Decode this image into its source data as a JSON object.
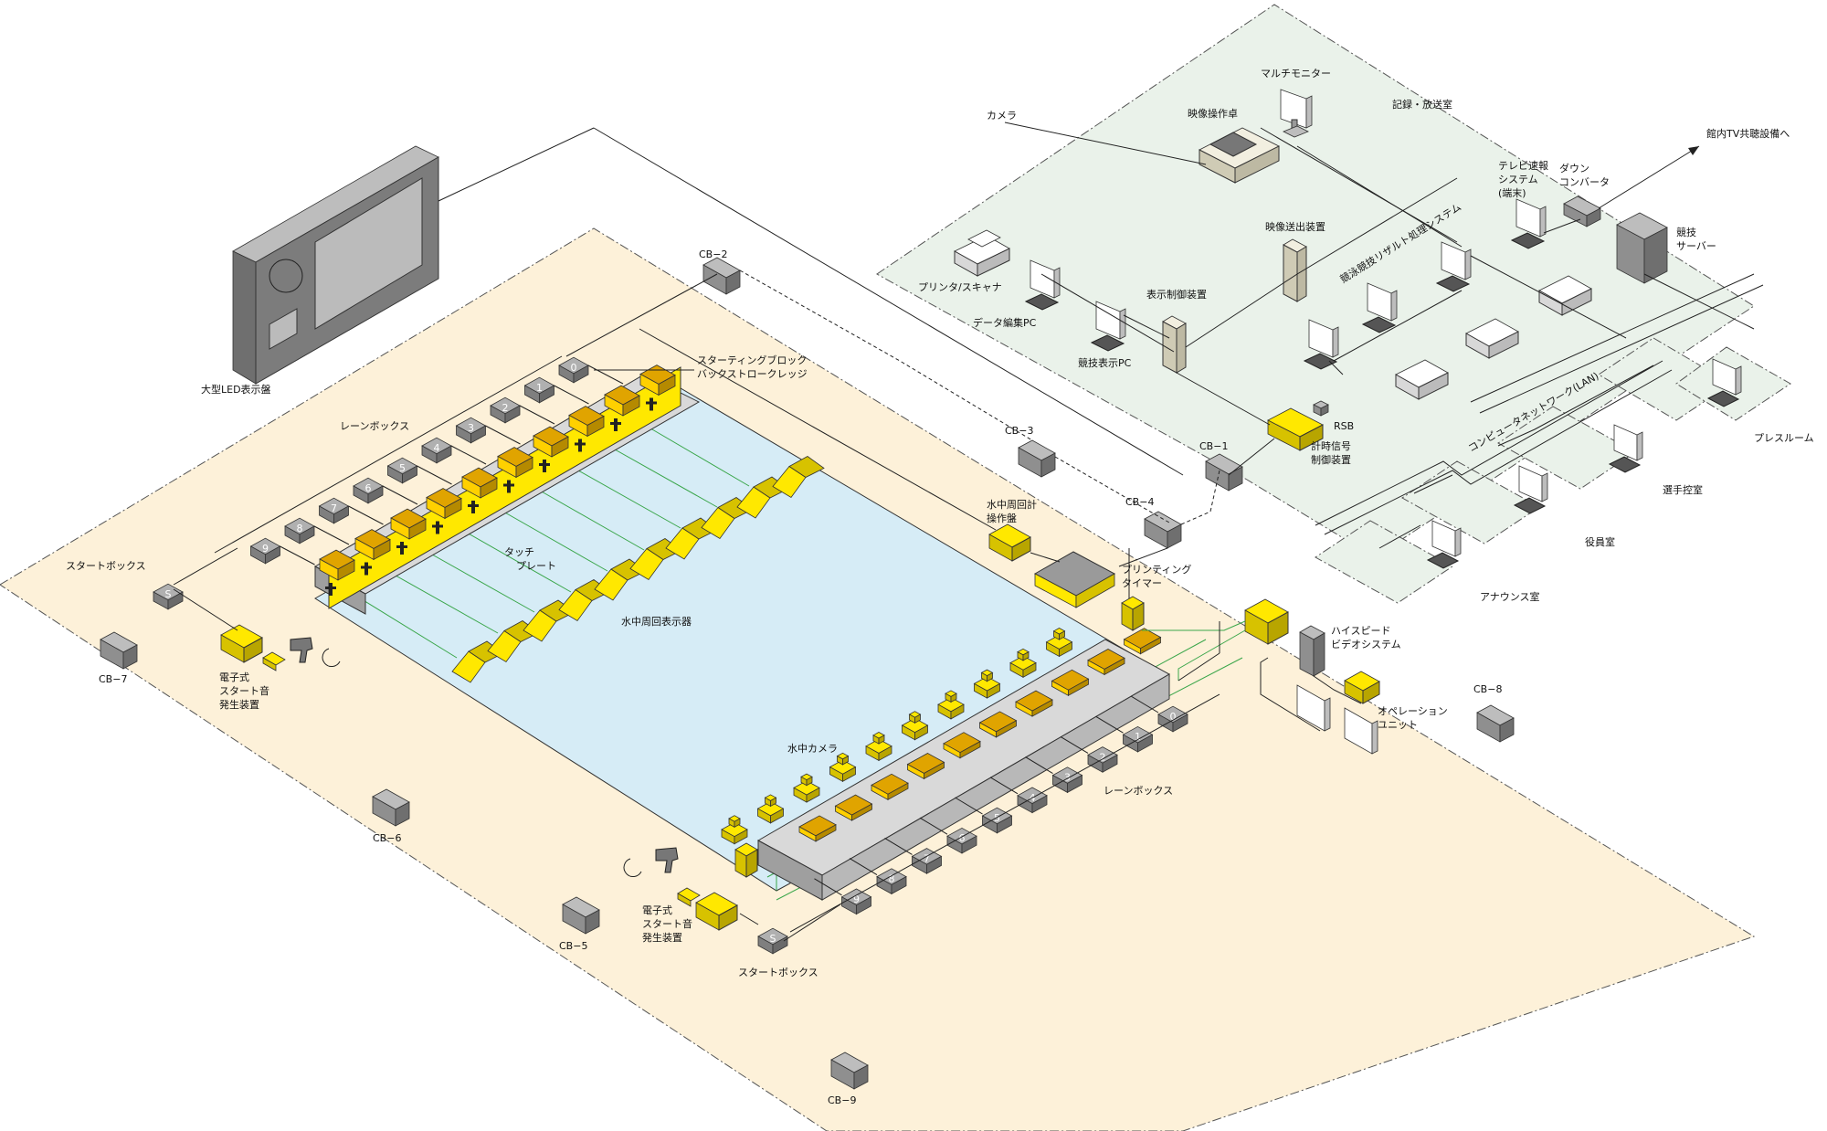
{
  "labels": {
    "led_board": "大型LED表示盤",
    "cb2": "CB−2",
    "cb3": "CB−3",
    "cb1": "CB−1",
    "cb4": "CB−4",
    "cb7": "CB−7",
    "cb6": "CB−6",
    "cb5": "CB−5",
    "cb9": "CB−9",
    "cb8": "CB−8",
    "starting_block_l1": "スターティングブロック",
    "starting_block_l2": "バックストロークレッジ",
    "lane_box_top": "レーンボックス",
    "lane_box_bottom": "レーンボックス",
    "start_box_top": "スタートボックス",
    "start_box_bottom": "スタートボックス",
    "touch_l1": "タッチ",
    "touch_l2": "プレート",
    "underwater_lap_display": "水中周回表示器",
    "underwater_camera": "水中カメラ",
    "start_sound_top_l1": "電子式",
    "start_sound_top_l2": "スタート音",
    "start_sound_top_l3": "発生装置",
    "start_sound_bottom_l1": "電子式",
    "start_sound_bottom_l2": "スタート音",
    "start_sound_bottom_l3": "発生装置",
    "lap_counter_l1": "水中周回計",
    "lap_counter_l2": "操作盤",
    "printing_timer_l1": "プリンティング",
    "printing_timer_l2": "タイマー",
    "highspeed_l1": "ハイスピード",
    "highspeed_l2": "ビデオシステム",
    "operation_l1": "オペレーション",
    "operation_l2": "ユニット",
    "camera": "カメラ",
    "multi_monitor": "マルチモニター",
    "video_console": "映像操作卓",
    "recording_room": "記録・放送室",
    "video_sender": "映像送出装置",
    "printer_scanner": "プリンタ/スキャナ",
    "data_edit_pc": "データ編集PC",
    "display_control": "表示制御装置",
    "competition_display_pc": "競技表示PC",
    "rsb": "RSB",
    "timing_control_l1": "計時信号",
    "timing_control_l2": "制御装置",
    "result_system": "競泳競技リザルト処理システム",
    "tv_flash_l1": "テレビ速報",
    "tv_flash_l2": "システム",
    "tv_flash_l3": "(端末)",
    "down_conv_l1": "ダウン",
    "down_conv_l2": "コンバータ",
    "in_house_tv": "館内TV共聴設備へ",
    "comp_server_l1": "競技",
    "comp_server_l2": "サーバー",
    "lan": "コンピュータネットワーク(LAN)",
    "press_room": "プレスルーム",
    "athlete_room": "選手控室",
    "official_room": "役員室",
    "announce_room": "アナウンス室"
  },
  "lane_numbers_top": [
    "0",
    "1",
    "2",
    "3",
    "4",
    "5",
    "6",
    "7",
    "8",
    "9",
    "S"
  ],
  "lane_numbers_bottom": [
    "0",
    "1",
    "2",
    "3",
    "4",
    "5",
    "6",
    "7",
    "8",
    "9",
    "S"
  ],
  "colors": {
    "deck": "#fdf1d9",
    "pool": "#d6ecf6",
    "room": "#eaf2ea",
    "device": "#ffe800",
    "box": "#8f8f8f"
  }
}
